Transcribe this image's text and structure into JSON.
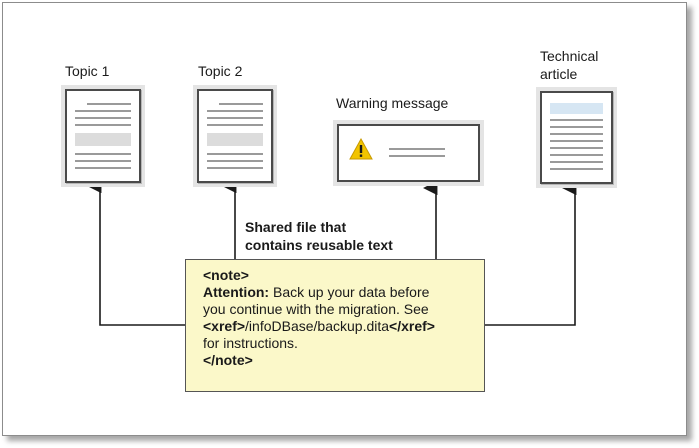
{
  "topics": [
    {
      "label": "Topic 1"
    },
    {
      "label": "Topic 2"
    }
  ],
  "warning": {
    "label": "Warning message",
    "icon": "warning-triangle-icon"
  },
  "technical": {
    "label_line1": "Technical",
    "label_line2": "article"
  },
  "shared_caption": {
    "line1": "Shared file that",
    "line2": "contains reusable text"
  },
  "note": {
    "open_tag": "<note>",
    "attention_label": "Attention:",
    "line1_rest": " Back up your data before",
    "line2": "you continue with the migration. See",
    "xref_open": "<xref>",
    "xref_path": "/infoDBase/backup.dita",
    "xref_close": "</xref>",
    "line4": "for instructions.",
    "close_tag": "</note>"
  },
  "colors": {
    "note_bg": "#fbf8c9",
    "warning_yellow": "#f2c400",
    "highlight_blue": "#d6e6f3",
    "highlight_gray": "#dcdcdc"
  }
}
